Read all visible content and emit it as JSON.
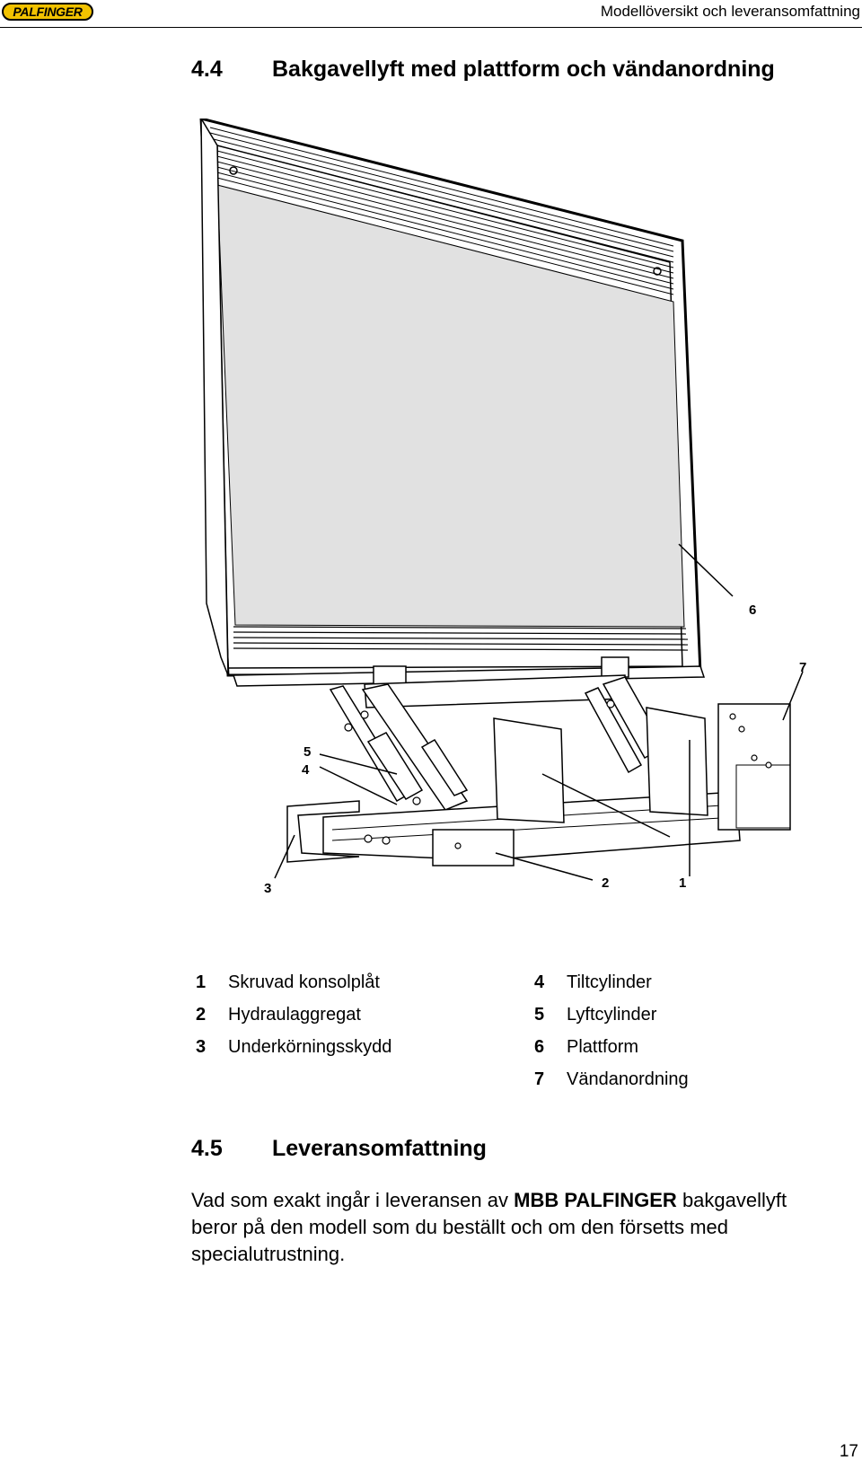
{
  "header": {
    "logo_text": "PALFINGER",
    "running_title": "Modellöversikt och leveransomfattning",
    "logo_color": "#f2c200"
  },
  "section_4_4": {
    "number": "4.4",
    "title": "Bakgavellyft med plattform och vändanordning"
  },
  "figure": {
    "callouts": [
      "1",
      "2",
      "3",
      "4",
      "5",
      "6",
      "7"
    ]
  },
  "legend": {
    "left": [
      {
        "num": "1",
        "label": "Skruvad konsolplåt"
      },
      {
        "num": "2",
        "label": "Hydraulaggregat"
      },
      {
        "num": "3",
        "label": "Underkörningsskydd"
      }
    ],
    "right": [
      {
        "num": "4",
        "label": "Tiltcylinder"
      },
      {
        "num": "5",
        "label": "Lyftcylinder"
      },
      {
        "num": "6",
        "label": "Plattform"
      },
      {
        "num": "7",
        "label": "Vändanordning"
      }
    ]
  },
  "section_4_5": {
    "number": "4.5",
    "title": "Leveransomfattning",
    "body_pre": "Vad som exakt ingår i leveransen av ",
    "body_bold": "MBB PALFINGER",
    "body_post": " bakgavellyft beror på den modell som du beställt och om den försetts med specialutrustning."
  },
  "page_number": "17"
}
